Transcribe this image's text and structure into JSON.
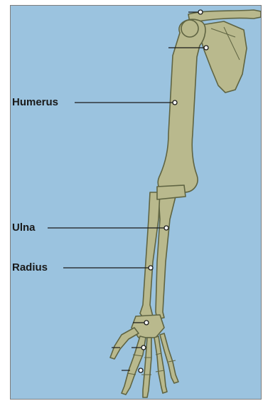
{
  "labels": {
    "humerus": "Humerus",
    "ulna": "Ulna",
    "radius": "Radius"
  },
  "colors": {
    "background": "#9bc3df",
    "bone_fill": "#b9b98d",
    "bone_outline": "#5f6442",
    "leader_line": "#1a1a1a"
  },
  "icons": [
    "pointer-dot-icon"
  ]
}
